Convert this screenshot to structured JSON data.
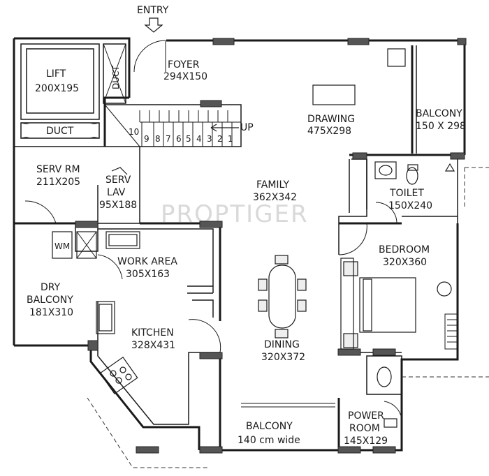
{
  "watermark": "PROPTIGER",
  "entry": {
    "label": "ENTRY"
  },
  "stairs": {
    "up_label": "UP",
    "steps": [
      "10",
      "9",
      "8",
      "7",
      "6",
      "5",
      "4",
      "3",
      "2",
      "1"
    ]
  },
  "rooms": {
    "lift": {
      "name": "LIFT",
      "size": "200X195"
    },
    "duct_vertical": {
      "name": "DUCT"
    },
    "duct_horizontal": {
      "name": "DUCT"
    },
    "foyer": {
      "name": "FOYER",
      "size": "294X150"
    },
    "drawing": {
      "name": "DRAWING",
      "size": "475X298"
    },
    "balcony_top": {
      "name": "BALCONY",
      "size": "150 X 298"
    },
    "serv_rm": {
      "name": "SERV RM",
      "size": "211X205"
    },
    "serv_lav": {
      "name": "SERV",
      "name2": "LAV",
      "size": "95X188"
    },
    "family": {
      "name": "FAMILY",
      "size": "362X342"
    },
    "toilet": {
      "name": "TOILET",
      "size": "150X240"
    },
    "bedroom": {
      "name": "BEDROOM",
      "size": "320X360"
    },
    "work_area": {
      "name": "WORK AREA",
      "size": "305X163"
    },
    "dry_balcony": {
      "name": "DRY",
      "name2": "BALCONY",
      "size": "181X310"
    },
    "kitchen": {
      "name": "KITCHEN",
      "size": "328X431"
    },
    "dining": {
      "name": "DINING",
      "size": "320X372"
    },
    "balcony_bottom": {
      "name": "BALCONY",
      "size": "140 cm wide"
    },
    "power_room": {
      "name": "POWER",
      "name2": "ROOM",
      "size": "145X129"
    }
  },
  "fixtures": {
    "washing_machine": "WM"
  }
}
